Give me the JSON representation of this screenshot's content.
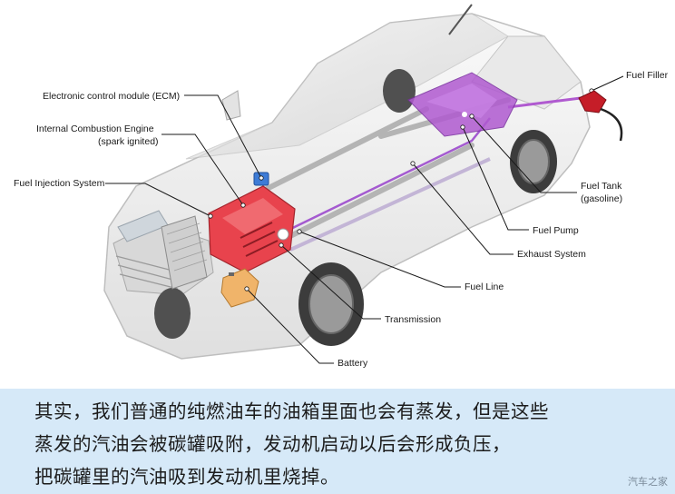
{
  "diagram": {
    "labels": {
      "ecm": "Electronic control module (ECM)",
      "ice_1": "Internal Combustion Engine",
      "ice_2": "(spark ignited)",
      "fuel_injection": "Fuel Injection System",
      "fuel_filler": "Fuel Filler",
      "fuel_tank_1": "Fuel Tank",
      "fuel_tank_2": "(gasoline)",
      "fuel_pump": "Fuel Pump",
      "exhaust": "Exhaust System",
      "fuel_line": "Fuel Line",
      "transmission": "Transmission",
      "battery": "Battery"
    },
    "colors": {
      "engine": "#e8434d",
      "fuel_tank": "#b05ad0",
      "battery": "#f0b46a",
      "ecm": "#3d7bd6",
      "caption_bg": "#d6e9f8"
    }
  },
  "caption": {
    "line1": "其实，我们普通的纯燃油车的油箱里面也会有蒸发，但是这些",
    "line2": "蒸发的汽油会被碳罐吸附，发动机启动以后会形成负压，",
    "line3": "把碳罐里的汽油吸到发动机里烧掉。"
  },
  "watermark": "汽车之家"
}
